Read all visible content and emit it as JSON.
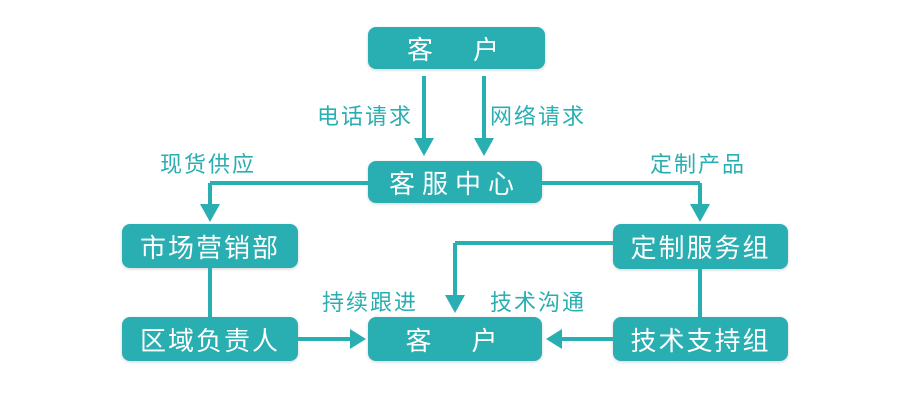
{
  "colors": {
    "accent": "#29aeb2",
    "node_text": "#ffffff",
    "background": "#ffffff"
  },
  "nodes": {
    "customer_top": {
      "label": "客　户"
    },
    "service_center": {
      "label": "客服中心"
    },
    "marketing_dept": {
      "label": "市场营销部"
    },
    "custom_service_group": {
      "label": "定制服务组"
    },
    "regional_manager": {
      "label": "区域负责人"
    },
    "tech_support_group": {
      "label": "技术支持组"
    },
    "customer_bottom": {
      "label": "客　户"
    }
  },
  "edge_labels": {
    "phone_request": "电话请求",
    "web_request": "网络请求",
    "spot_supply": "现货供应",
    "custom_product": "定制产品",
    "continuous_follow_up": "持续跟进",
    "tech_communication": "技术沟通"
  }
}
